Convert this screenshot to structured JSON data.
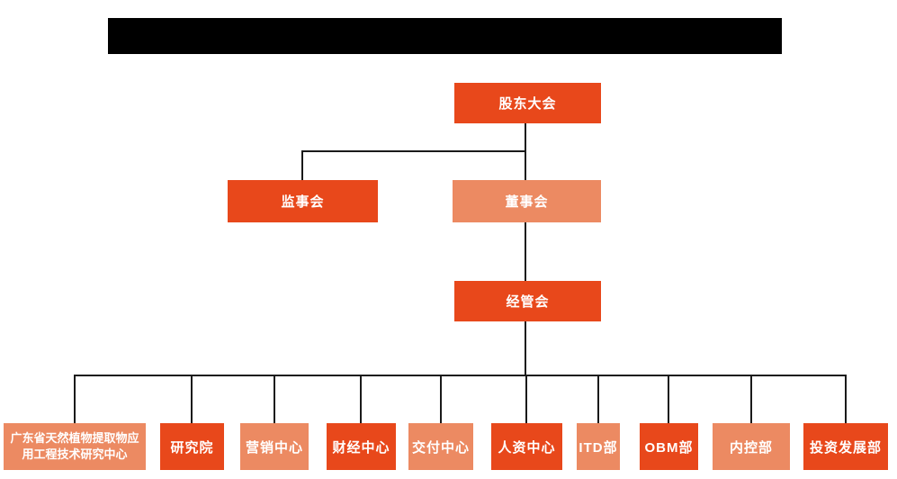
{
  "colors": {
    "primary_orange": "#E8481B",
    "light_orange": "#EC8A62",
    "connector_line": "#1a1a1a",
    "redaction_bar": "#000000",
    "node_text": "#FFFFFF",
    "background": "#FFFFFF"
  },
  "chart": {
    "type": "org-tree",
    "root": {
      "label": "股东大会",
      "variant": "primary"
    },
    "level2": [
      {
        "label": "监事会",
        "variant": "primary"
      },
      {
        "label": "董事会",
        "variant": "light"
      }
    ],
    "level3": [
      {
        "label": "经管会",
        "variant": "primary"
      }
    ],
    "level4": [
      {
        "label": "广东省天然植物提取物应用工程技术研究中心",
        "variant": "light"
      },
      {
        "label": "研究院",
        "variant": "primary"
      },
      {
        "label": "营销中心",
        "variant": "light"
      },
      {
        "label": "财经中心",
        "variant": "primary"
      },
      {
        "label": "交付中心",
        "variant": "light"
      },
      {
        "label": "人资中心",
        "variant": "primary"
      },
      {
        "label": "ITD部",
        "variant": "light"
      },
      {
        "label": "OBM部",
        "variant": "primary"
      },
      {
        "label": "内控部",
        "variant": "light"
      },
      {
        "label": "投资发展部",
        "variant": "primary"
      }
    ]
  }
}
